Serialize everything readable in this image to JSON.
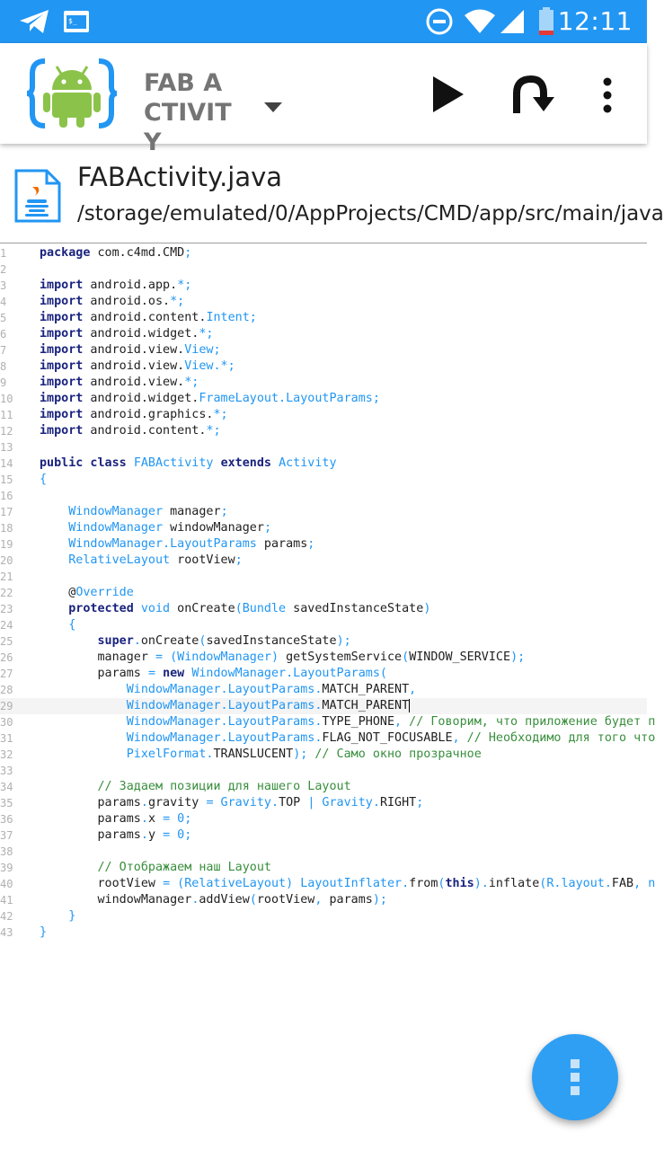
{
  "status_bar": {
    "time": "12:11",
    "icons": [
      "telegram-icon",
      "terminal-icon",
      "do-not-disturb-icon",
      "wifi-icon",
      "signal-icon",
      "battery-icon"
    ]
  },
  "toolbar": {
    "logo": "aide-android-logo",
    "project_name": "FAB ACTIVITY",
    "actions": [
      "dropdown-icon",
      "run-icon",
      "undo-icon",
      "more-vert-icon"
    ]
  },
  "file": {
    "name": "FABActivity.java",
    "path": "/storage/emulated/0/AppProjects/CMD/app/src/main/java"
  },
  "editor": {
    "highlighted_line": 29,
    "lines": [
      [
        [
          "k",
          "package"
        ],
        [
          "p",
          " com.c4md.CMD"
        ],
        [
          "t",
          ";"
        ]
      ],
      [],
      [
        [
          "k",
          "import"
        ],
        [
          "p",
          " android.app."
        ],
        [
          "t",
          "*;"
        ]
      ],
      [
        [
          "k",
          "import"
        ],
        [
          "p",
          " android.os."
        ],
        [
          "t",
          "*;"
        ]
      ],
      [
        [
          "k",
          "import"
        ],
        [
          "p",
          " android.content."
        ],
        [
          "t",
          "Intent;"
        ]
      ],
      [
        [
          "k",
          "import"
        ],
        [
          "p",
          " android.widget."
        ],
        [
          "t",
          "*;"
        ]
      ],
      [
        [
          "k",
          "import"
        ],
        [
          "p",
          " android.view."
        ],
        [
          "t",
          "View;"
        ]
      ],
      [
        [
          "k",
          "import"
        ],
        [
          "p",
          " android.view."
        ],
        [
          "t",
          "View.*;"
        ]
      ],
      [
        [
          "k",
          "import"
        ],
        [
          "p",
          " android.view."
        ],
        [
          "t",
          "*;"
        ]
      ],
      [
        [
          "k",
          "import"
        ],
        [
          "p",
          " android.widget."
        ],
        [
          "t",
          "FrameLayout.LayoutParams;"
        ]
      ],
      [
        [
          "k",
          "import"
        ],
        [
          "p",
          " android.graphics."
        ],
        [
          "t",
          "*;"
        ]
      ],
      [
        [
          "k",
          "import"
        ],
        [
          "p",
          " android.content."
        ],
        [
          "t",
          "*;"
        ]
      ],
      [],
      [
        [
          "k",
          "public class"
        ],
        [
          "p",
          " "
        ],
        [
          "t",
          "FABActivity"
        ],
        [
          "p",
          " "
        ],
        [
          "k",
          "extends"
        ],
        [
          "p",
          " "
        ],
        [
          "t",
          "Activity"
        ]
      ],
      [
        [
          "t",
          "{"
        ]
      ],
      [],
      [
        [
          "p",
          "    "
        ],
        [
          "t",
          "WindowManager"
        ],
        [
          "p",
          " manager"
        ],
        [
          "t",
          ";"
        ]
      ],
      [
        [
          "p",
          "    "
        ],
        [
          "t",
          "WindowManager"
        ],
        [
          "p",
          " windowManager"
        ],
        [
          "t",
          ";"
        ]
      ],
      [
        [
          "p",
          "    "
        ],
        [
          "t",
          "WindowManager.LayoutParams"
        ],
        [
          "p",
          " params"
        ],
        [
          "t",
          ";"
        ]
      ],
      [
        [
          "p",
          "    "
        ],
        [
          "t",
          "RelativeLayout"
        ],
        [
          "p",
          " rootView"
        ],
        [
          "t",
          ";"
        ]
      ],
      [],
      [
        [
          "p",
          "    @"
        ],
        [
          "t",
          "Override"
        ]
      ],
      [
        [
          "p",
          "    "
        ],
        [
          "k",
          "protected"
        ],
        [
          "p",
          " "
        ],
        [
          "t",
          "void"
        ],
        [
          "p",
          " onCreate"
        ],
        [
          "t",
          "(Bundle"
        ],
        [
          "p",
          " savedInstanceState"
        ],
        [
          "t",
          ")"
        ]
      ],
      [
        [
          "p",
          "    "
        ],
        [
          "t",
          "{"
        ]
      ],
      [
        [
          "p",
          "        "
        ],
        [
          "k",
          "super"
        ],
        [
          "t",
          "."
        ],
        [
          "p",
          "onCreate"
        ],
        [
          "t",
          "("
        ],
        [
          "p",
          "savedInstanceState"
        ],
        [
          "t",
          ");"
        ]
      ],
      [
        [
          "p",
          "        manager "
        ],
        [
          "t",
          "= (WindowManager)"
        ],
        [
          "p",
          " getSystemService"
        ],
        [
          "t",
          "("
        ],
        [
          "p",
          "WINDOW_SERVICE"
        ],
        [
          "t",
          ");"
        ]
      ],
      [
        [
          "p",
          "        params "
        ],
        [
          "t",
          "= "
        ],
        [
          "k",
          "new"
        ],
        [
          "p",
          " "
        ],
        [
          "t",
          "WindowManager.LayoutParams("
        ]
      ],
      [
        [
          "p",
          "            "
        ],
        [
          "t",
          "WindowManager.LayoutParams."
        ],
        [
          "p",
          "MATCH_PARENT"
        ],
        [
          "t",
          ","
        ]
      ],
      [
        [
          "p",
          "            "
        ],
        [
          "t",
          "WindowManager.LayoutParams."
        ],
        [
          "p",
          "MATCH_PARENT"
        ],
        [
          "cursor",
          ""
        ]
      ],
      [
        [
          "p",
          "            "
        ],
        [
          "t",
          "WindowManager.LayoutParams."
        ],
        [
          "p",
          "TYPE_PHONE"
        ],
        [
          "t",
          ", "
        ],
        [
          "c",
          "// Говорим, что приложение будет п"
        ]
      ],
      [
        [
          "p",
          "            "
        ],
        [
          "t",
          "WindowManager.LayoutParams."
        ],
        [
          "p",
          "FLAG_NOT_FOCUSABLE"
        ],
        [
          "t",
          ", "
        ],
        [
          "c",
          "// Необходимо для того что"
        ]
      ],
      [
        [
          "p",
          "            "
        ],
        [
          "t",
          "PixelFormat."
        ],
        [
          "p",
          "TRANSLUCENT"
        ],
        [
          "t",
          "); "
        ],
        [
          "c",
          "// Само окно прозрачное"
        ]
      ],
      [],
      [
        [
          "p",
          "        "
        ],
        [
          "c",
          "// Задаем позиции для нашего Layout"
        ]
      ],
      [
        [
          "p",
          "        params"
        ],
        [
          "t",
          "."
        ],
        [
          "p",
          "gravity "
        ],
        [
          "t",
          "= Gravity."
        ],
        [
          "p",
          "TOP "
        ],
        [
          "t",
          "| Gravity."
        ],
        [
          "p",
          "RIGHT"
        ],
        [
          "t",
          ";"
        ]
      ],
      [
        [
          "p",
          "        params"
        ],
        [
          "t",
          "."
        ],
        [
          "p",
          "x "
        ],
        [
          "t",
          "= 0;"
        ]
      ],
      [
        [
          "p",
          "        params"
        ],
        [
          "t",
          "."
        ],
        [
          "p",
          "y "
        ],
        [
          "t",
          "= 0;"
        ]
      ],
      [],
      [
        [
          "p",
          "        "
        ],
        [
          "c",
          "// Отображаем наш Layout"
        ]
      ],
      [
        [
          "p",
          "        rootView "
        ],
        [
          "t",
          "= (RelativeLayout) LayoutInflater."
        ],
        [
          "p",
          "from"
        ],
        [
          "t",
          "("
        ],
        [
          "k",
          "this"
        ],
        [
          "t",
          ")."
        ],
        [
          "p",
          "inflate"
        ],
        [
          "t",
          "(R.layout."
        ],
        [
          "p",
          "FAB"
        ],
        [
          "t",
          ", n"
        ]
      ],
      [
        [
          "p",
          "        windowManager"
        ],
        [
          "t",
          "."
        ],
        [
          "p",
          "addView"
        ],
        [
          "t",
          "("
        ],
        [
          "p",
          "rootView"
        ],
        [
          "t",
          ", "
        ],
        [
          "p",
          "params"
        ],
        [
          "t",
          ");"
        ]
      ],
      [
        [
          "p",
          "    "
        ],
        [
          "t",
          "}"
        ]
      ],
      [
        [
          "t",
          "}"
        ]
      ]
    ]
  },
  "fab": {
    "icon": "more-vert-icon"
  },
  "colors": {
    "status_bar": "#2196f3",
    "keyword": "#1a237e",
    "type": "#2196f3",
    "comment": "#388e3c",
    "fab": "#2f9ff3"
  }
}
